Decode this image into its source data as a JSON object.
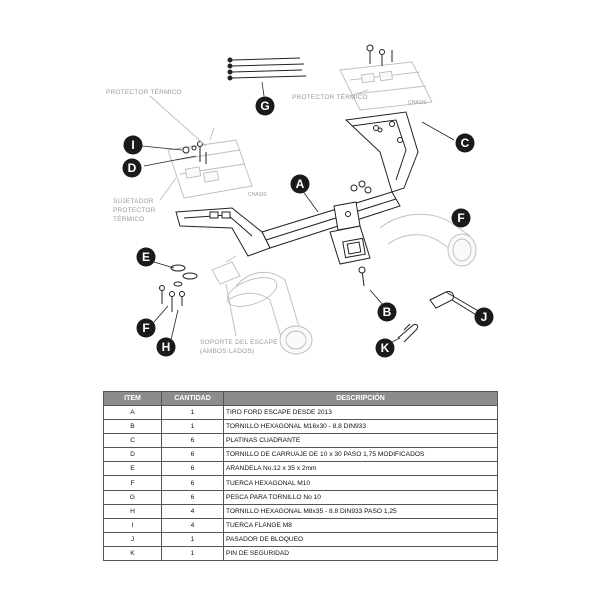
{
  "labels": {
    "protector_termico_left": "PROTECTOR TÉRMICO",
    "protector_termico_right": "PROTECTOR TÉRMICO",
    "chasis_right": "CHASIS",
    "chasis_left": "CHASIS",
    "sujetador_line1": "SUJETADOR",
    "sujetador_line2": "PROTECTOR",
    "sujetador_line3": "TÉRMICO",
    "soporte_line1": "SOPORTE DEL ESCAPE",
    "soporte_line2": "(AMBOS LADOS)"
  },
  "callouts": {
    "A": "A",
    "B": "B",
    "C": "C",
    "D": "D",
    "E": "E",
    "F1": "F",
    "F2": "F",
    "G": "G",
    "H": "H",
    "I": "I",
    "J": "J",
    "K": "K"
  },
  "colors": {
    "callout": "#1a1a1a",
    "ghost": "#bdbdbd",
    "header": "#8c8c8c"
  },
  "table": {
    "headers": [
      "ITEM",
      "CANTIDAD",
      "DESCRIPCIÓN"
    ],
    "rows": [
      {
        "item": "A",
        "qty": "1",
        "desc": "TIRO FORD ESCAPE DESDE 2013"
      },
      {
        "item": "B",
        "qty": "1",
        "desc": "TORNILLO  HEXAGONAL M16x30 - 8.8 DIN933"
      },
      {
        "item": "C",
        "qty": "6",
        "desc": "PLATINAS CUADRANTE"
      },
      {
        "item": "D",
        "qty": "6",
        "desc": "TORNILLO DE CARRUAJE DE 10 x 30 PASO 1,75 MODIFICADOS"
      },
      {
        "item": "E",
        "qty": "6",
        "desc": "ARANDELA No.12 x 35 x 2mm"
      },
      {
        "item": "F",
        "qty": "6",
        "desc": "TUERCA HEXAGONAL M10"
      },
      {
        "item": "G",
        "qty": "6",
        "desc": "PESCA PARA TORNILLO No 10"
      },
      {
        "item": "H",
        "qty": "4",
        "desc": "TORNILLO  HEXAGONAL M8x35 - 8.8 DIN933 PASO 1,25"
      },
      {
        "item": "I",
        "qty": "4",
        "desc": "TUERCA FLANGE M8"
      },
      {
        "item": "J",
        "qty": "1",
        "desc": "PASADOR DE BLOQUEO"
      },
      {
        "item": "K",
        "qty": "1",
        "desc": "PIN DE SEGURIDAD"
      }
    ]
  }
}
